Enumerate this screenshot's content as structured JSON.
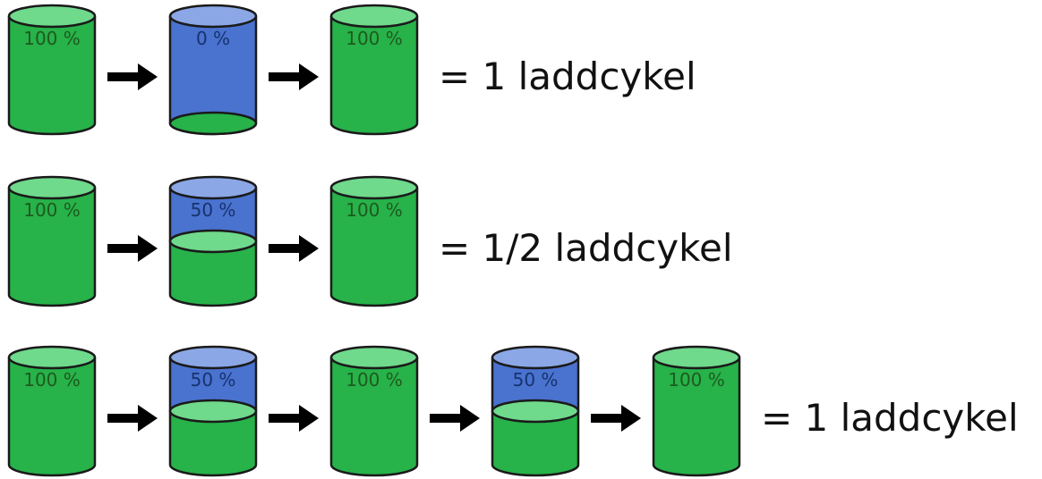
{
  "colors": {
    "green_body": "#27b24a",
    "green_top": "#6fd98c",
    "blue_body": "#4a72cf",
    "blue_top": "#8ba7e6",
    "outline": "#1a1a1a",
    "arrow": "#000000"
  },
  "rows": [
    {
      "cylinders": [
        {
          "label": "100 %",
          "charge": 100
        },
        {
          "label": "0 %",
          "charge": 0
        },
        {
          "label": "100 %",
          "charge": 100
        }
      ],
      "result": "= 1 laddcykel"
    },
    {
      "cylinders": [
        {
          "label": "100 %",
          "charge": 100
        },
        {
          "label": "50 %",
          "charge": 50
        },
        {
          "label": "100 %",
          "charge": 100
        }
      ],
      "result": "= 1/2 laddcykel"
    },
    {
      "cylinders": [
        {
          "label": "100 %",
          "charge": 100
        },
        {
          "label": "50 %",
          "charge": 50
        },
        {
          "label": "100 %",
          "charge": 100
        },
        {
          "label": "50 %",
          "charge": 50
        },
        {
          "label": "100 %",
          "charge": 100
        }
      ],
      "result": "= 1 laddcykel"
    }
  ]
}
